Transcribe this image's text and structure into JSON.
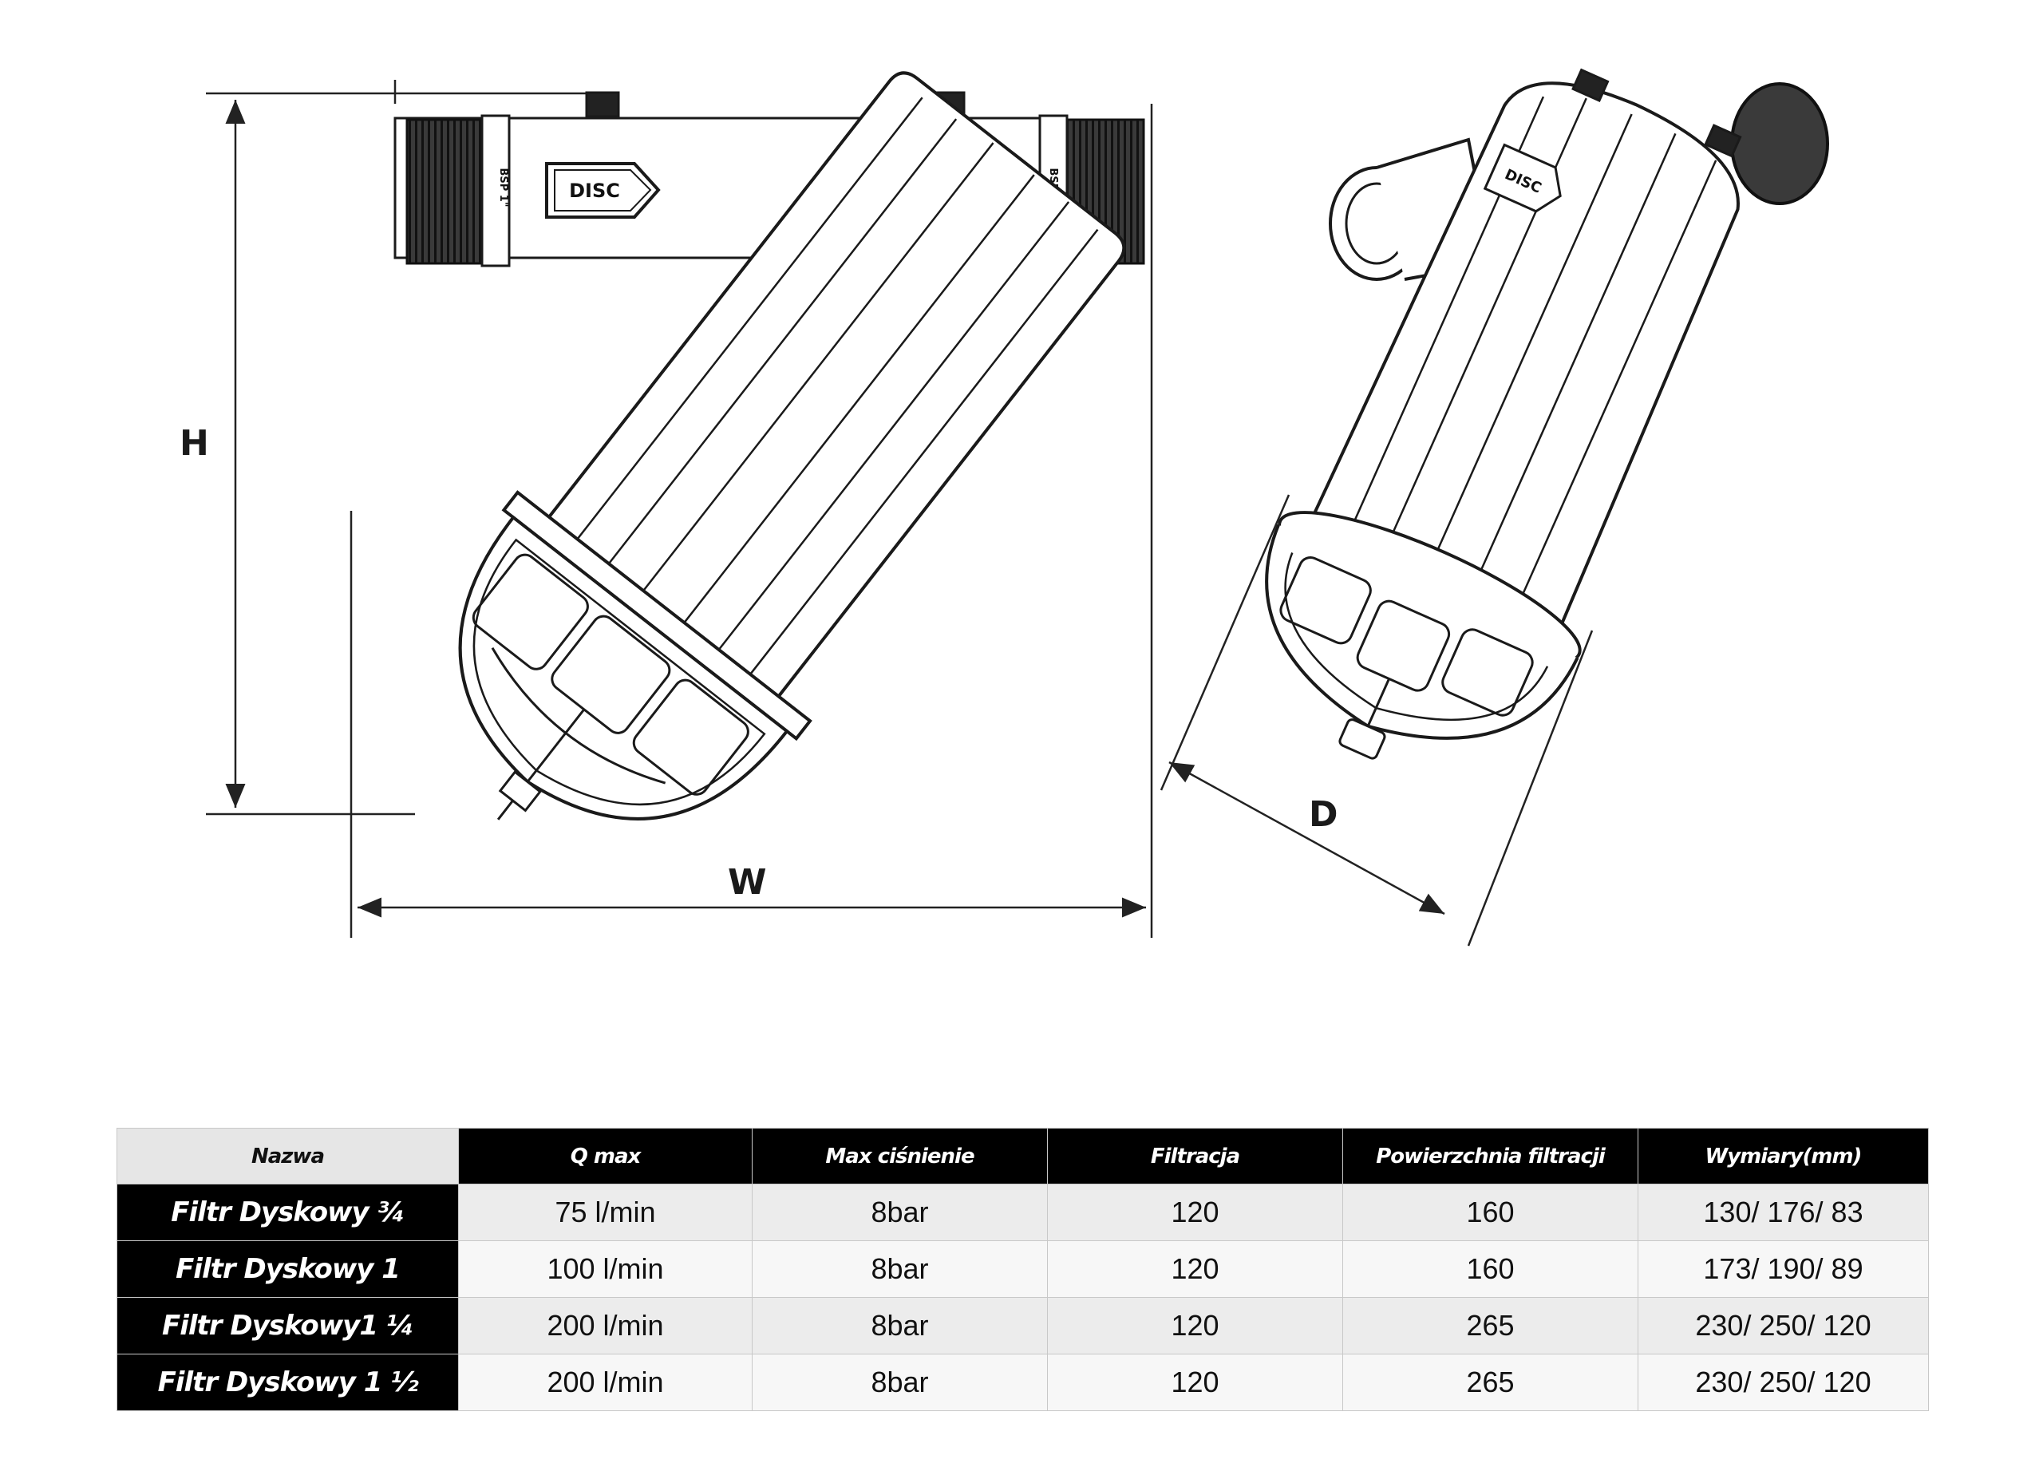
{
  "diagram": {
    "dimension_labels": {
      "height": "H",
      "width": "W",
      "depth": "D"
    },
    "body_marking": "DISC",
    "thread_marking": "BSP 1\""
  },
  "table": {
    "headers": [
      "Nazwa",
      "Q max",
      "Max ciśnienie",
      "Filtracja",
      "Powierzchnia filtracji",
      "Wymiary(mm)"
    ],
    "rows": [
      [
        "Filtr Dyskowy ¾",
        "75 l/min",
        "8bar",
        "120",
        "160",
        "130/ 176/ 83"
      ],
      [
        "Filtr Dyskowy 1",
        "100 l/min",
        "8bar",
        "120",
        "160",
        "173/ 190/ 89"
      ],
      [
        "Filtr Dyskowy1 ¼",
        "200 l/min",
        "8bar",
        "120",
        "265",
        "230/ 250/ 120"
      ],
      [
        "Filtr Dyskowy 1 ½",
        "200 l/min",
        "8bar",
        "120",
        "265",
        "230/ 250/ 120"
      ]
    ]
  }
}
